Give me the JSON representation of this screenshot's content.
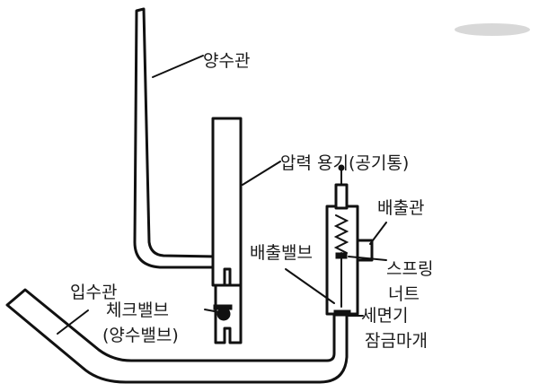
{
  "labels": {
    "delivery_pipe": "양수관",
    "pressure_vessel": "압력 용기(공기통)",
    "discharge_pipe": "배출관",
    "discharge_valve": "배출밸브",
    "spring": "스프링",
    "nut": "너트",
    "check_valve_line1": "체크밸브",
    "check_valve_line2": "(양수밸브)",
    "inlet_pipe": "입수관",
    "fine_adjust_line1": "세면기",
    "fine_adjust_line2": "잠금마개"
  },
  "colors": {
    "line": "#111111",
    "background": "#ffffff"
  }
}
